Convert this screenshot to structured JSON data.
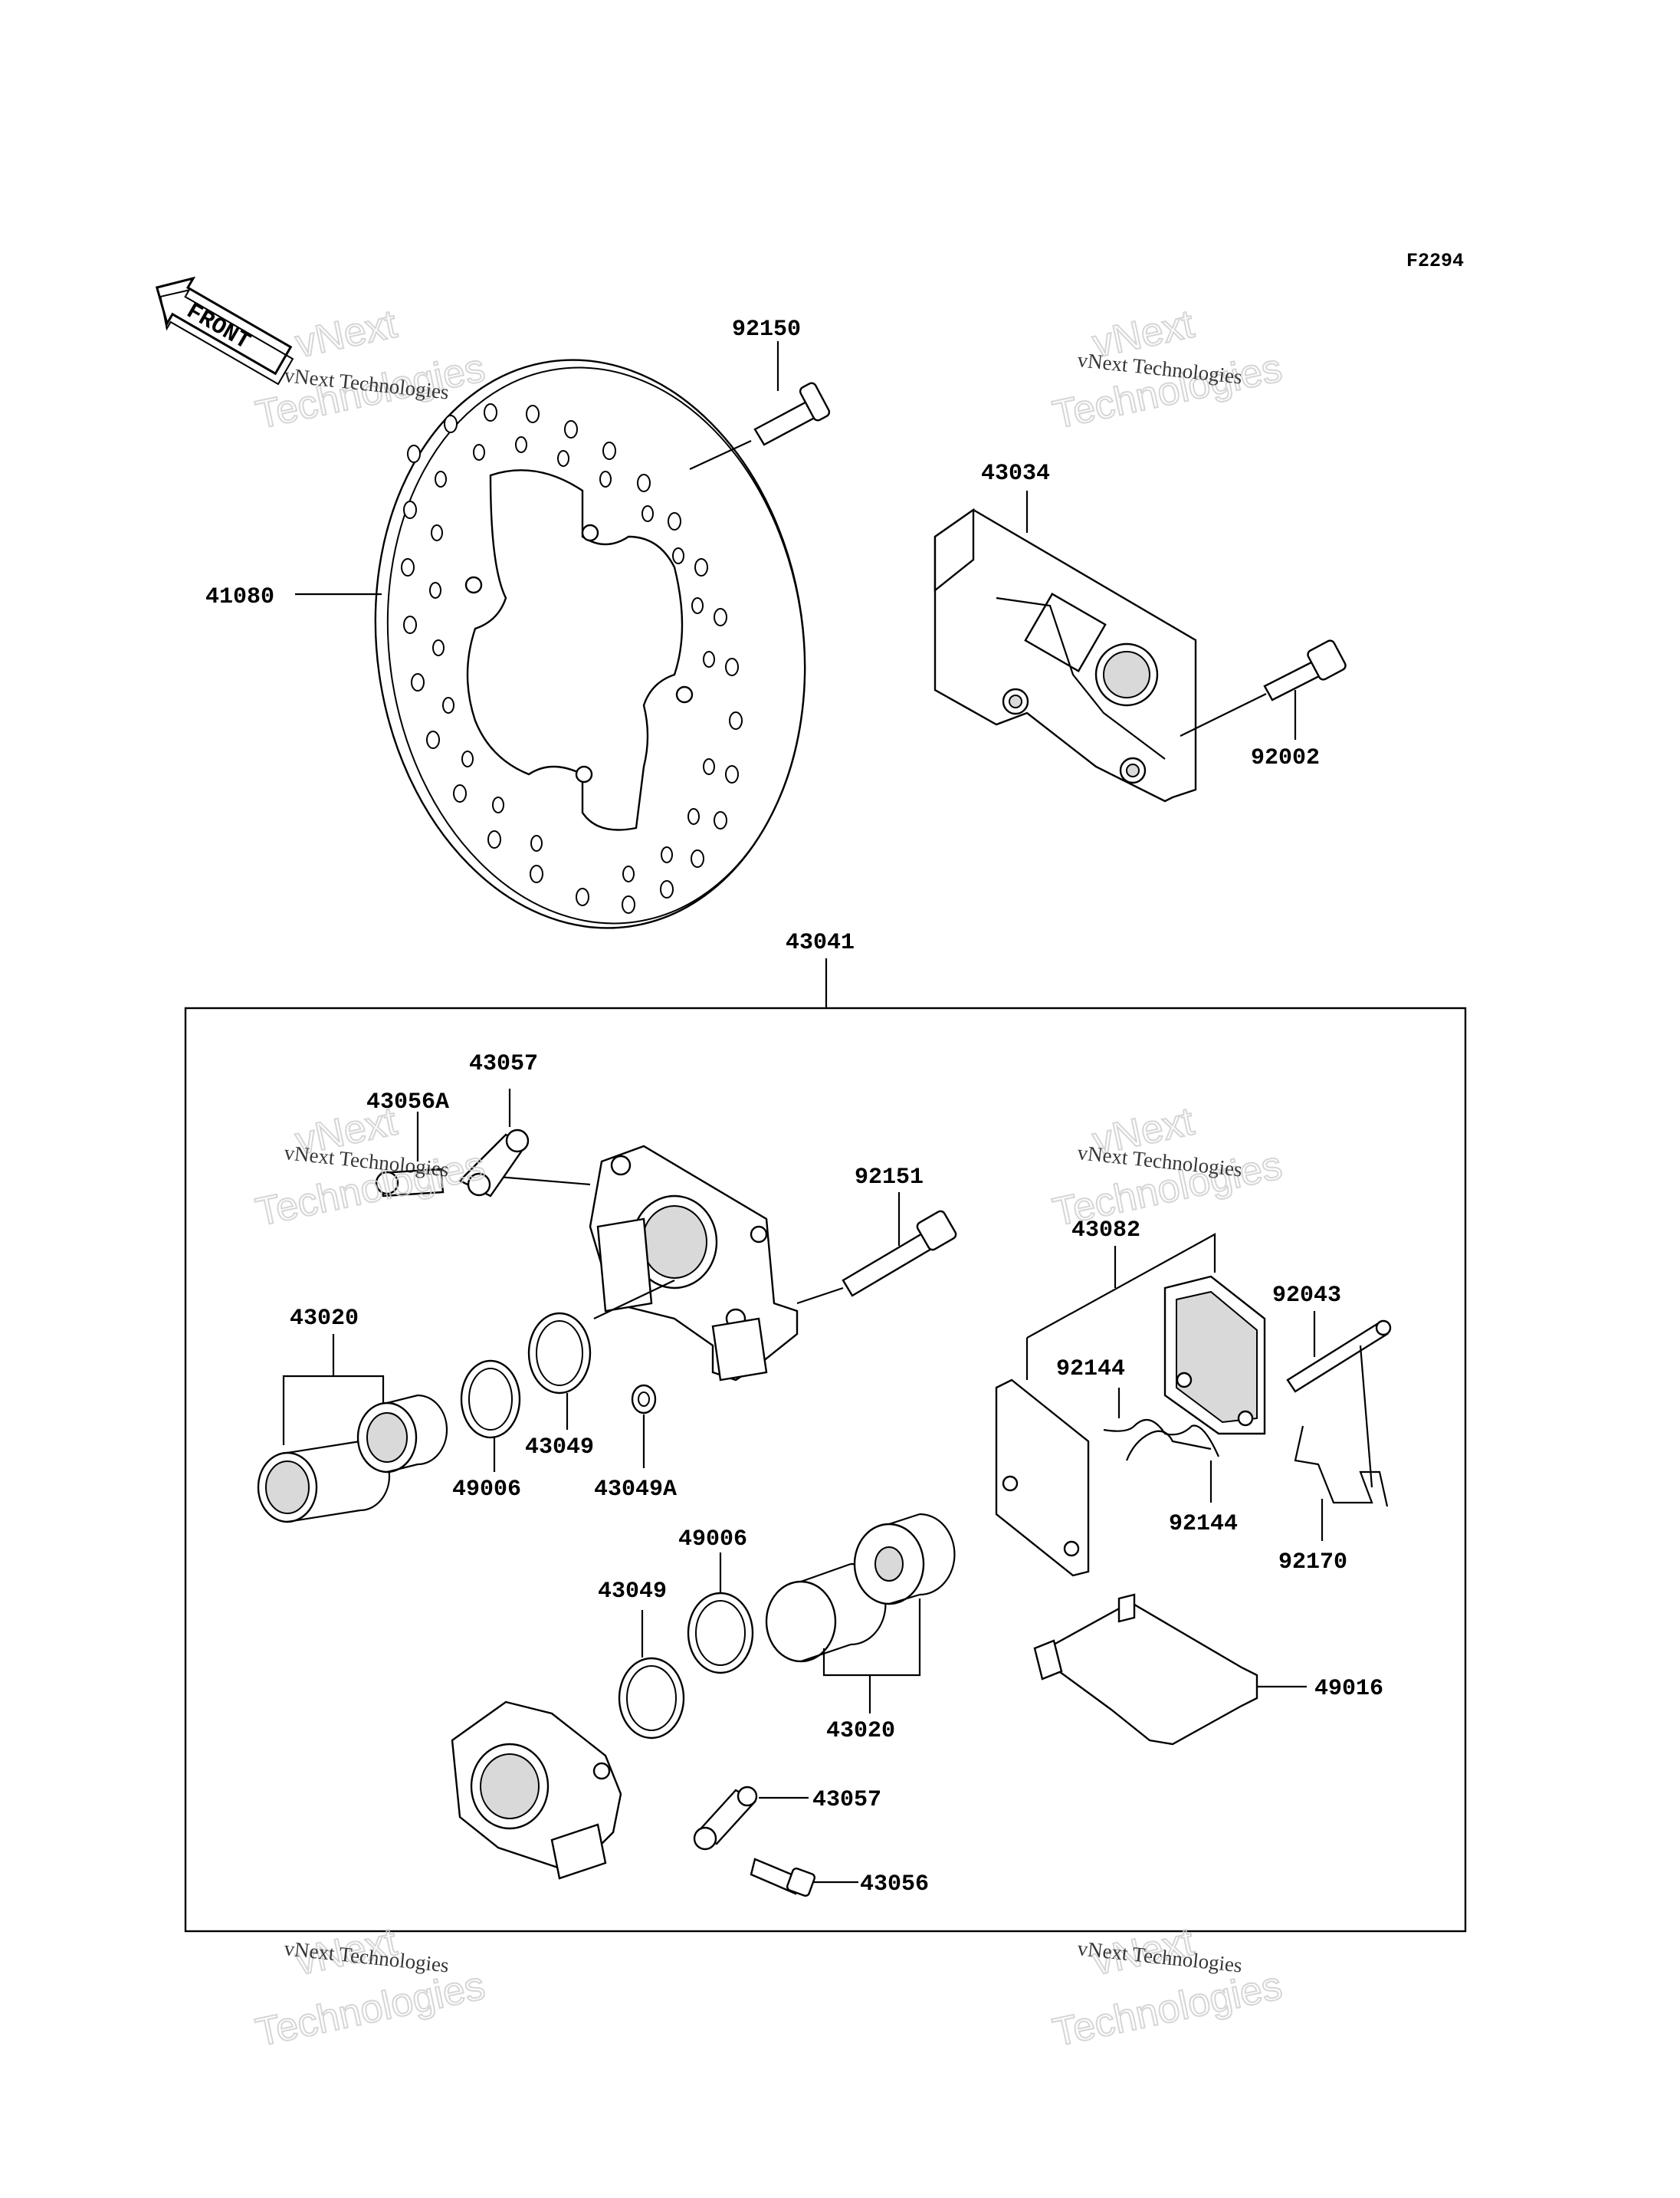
{
  "figure_code": "F2294",
  "front_label": "FRONT",
  "watermark": {
    "line1": "vNext Technologies",
    "line2": "Technologies",
    "line3": "vNext"
  },
  "labels": {
    "p92150": "92150",
    "p41080": "41080",
    "p43034": "43034",
    "p92002": "92002",
    "p43041": "43041",
    "p43057_top": "43057",
    "p43056A": "43056A",
    "p92151": "92151",
    "p43082": "43082",
    "p43020_left": "43020",
    "p92043": "92043",
    "p92144_upper": "92144",
    "p43049_upper": "43049",
    "p49006_upper": "49006",
    "p43049A": "43049A",
    "p92144_lower": "92144",
    "p92170": "92170",
    "p49006_lower": "49006",
    "p43049_lower": "43049",
    "p43020_right": "43020",
    "p49016": "49016",
    "p43057_bottom": "43057",
    "p43056": "43056"
  },
  "colors": {
    "line": "#000000",
    "shade": "#d9d9d9",
    "watermark": "#cfcfcf"
  }
}
